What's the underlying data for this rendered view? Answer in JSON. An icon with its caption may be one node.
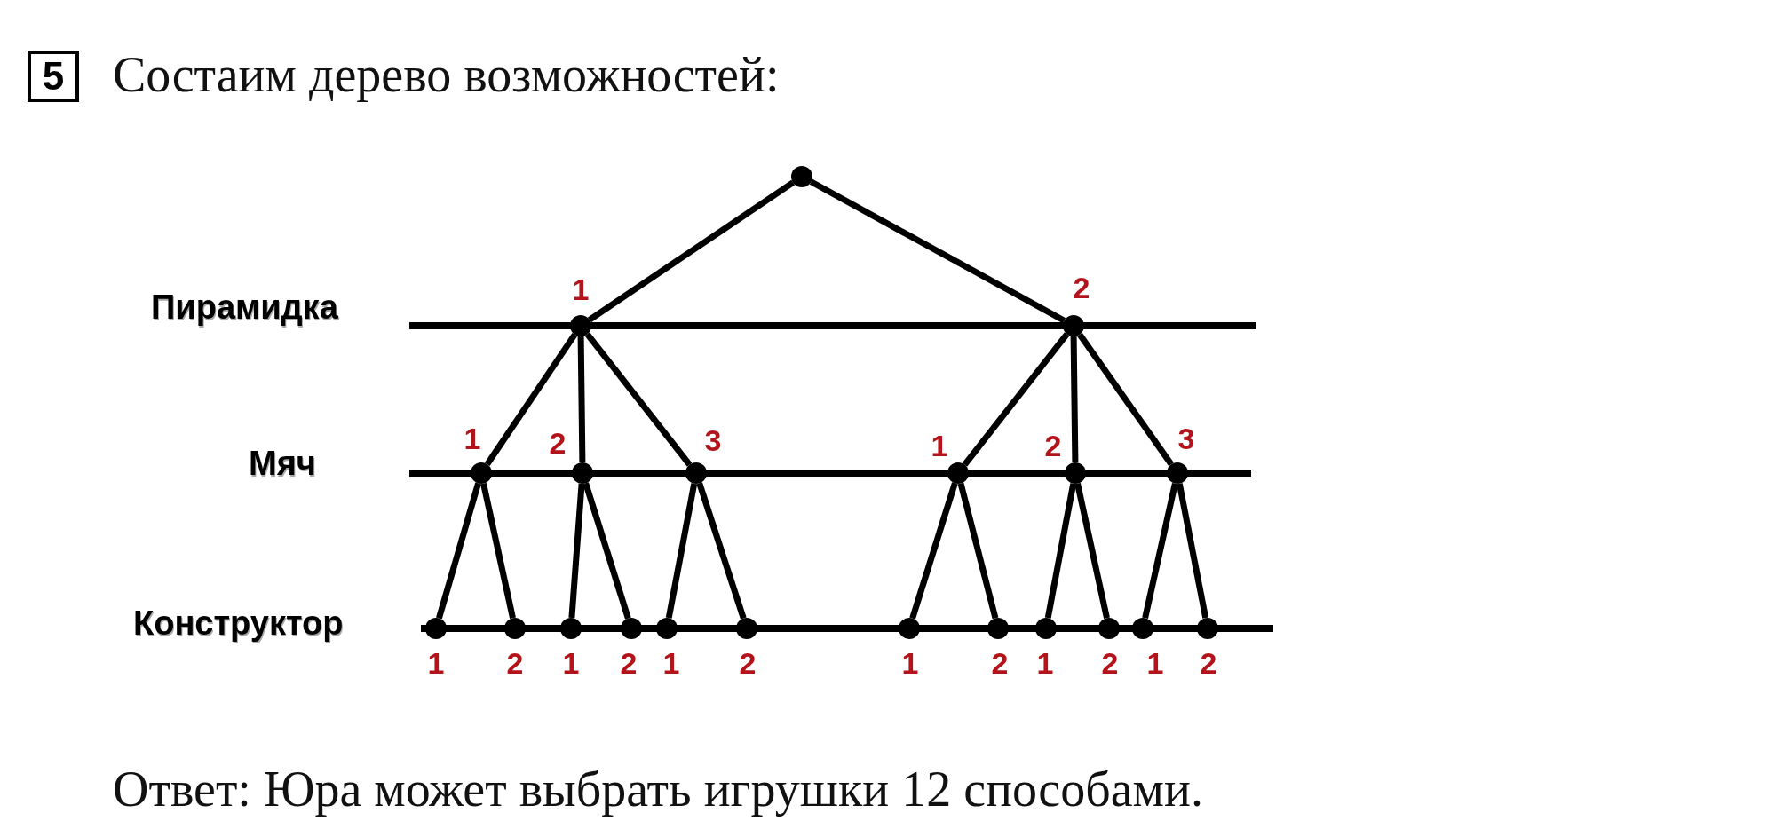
{
  "diagram": {
    "title": "Состаим дерево возможностей:",
    "caption": "Ответ: Юра может выбрать игрушки 12 способами.",
    "nodes": [
      {
        "text": [
          "5"
        ]
      },
      {
        "text": [],
        "shape": "circle"
      },
      {
        "text": [],
        "shape": "circle",
        "beside": [
          "1"
        ]
      },
      {
        "text": [],
        "shape": "circle",
        "beside": [
          "2"
        ]
      },
      {
        "text": [],
        "shape": "circle",
        "beside": [
          "1"
        ]
      },
      {
        "text": [],
        "shape": "circle",
        "beside": [
          "2"
        ]
      },
      {
        "text": [],
        "shape": "circle",
        "beside": [
          "3"
        ]
      },
      {
        "text": [],
        "shape": "circle",
        "beside": [
          "1"
        ]
      },
      {
        "text": [],
        "shape": "circle",
        "beside": [
          "2"
        ]
      },
      {
        "text": [],
        "shape": "circle",
        "beside": [
          "3"
        ]
      },
      {
        "text": [],
        "shape": "circle",
        "beside": [
          "1"
        ]
      },
      {
        "text": [],
        "shape": "circle",
        "beside": [
          "2"
        ]
      },
      {
        "text": [],
        "shape": "circle",
        "beside": [
          "1"
        ]
      },
      {
        "text": [],
        "shape": "circle",
        "beside": [
          "2"
        ]
      },
      {
        "text": [],
        "shape": "circle",
        "beside": [
          "1"
        ]
      },
      {
        "text": [],
        "shape": "circle",
        "beside": [
          "2"
        ]
      },
      {
        "text": [],
        "shape": "circle",
        "beside": [
          "1"
        ]
      },
      {
        "text": [],
        "shape": "circle",
        "beside": [
          "2"
        ]
      },
      {
        "text": [],
        "shape": "circle",
        "beside": [
          "1"
        ]
      },
      {
        "text": [],
        "shape": "circle",
        "beside": [
          "2"
        ]
      },
      {
        "text": [],
        "shape": "circle",
        "beside": [
          "1"
        ]
      },
      {
        "text": [],
        "shape": "circle",
        "beside": [
          "2"
        ]
      }
    ],
    "edges": [
      {
        "from": 1,
        "to": 2,
        "arrow": "none"
      },
      {
        "from": 1,
        "to": 3,
        "arrow": "none"
      },
      {
        "from": 2,
        "to": 4,
        "arrow": "none"
      },
      {
        "from": 2,
        "to": 5,
        "arrow": "none"
      },
      {
        "from": 2,
        "to": 6,
        "arrow": "none"
      },
      {
        "from": 3,
        "to": 7,
        "arrow": "none"
      },
      {
        "from": 3,
        "to": 8,
        "arrow": "none"
      },
      {
        "from": 3,
        "to": 9,
        "arrow": "none"
      },
      {
        "from": 4,
        "to": 10,
        "arrow": "none"
      },
      {
        "from": 4,
        "to": 11,
        "arrow": "none"
      },
      {
        "from": 5,
        "to": 12,
        "arrow": "none"
      },
      {
        "from": 5,
        "to": 13,
        "arrow": "none"
      },
      {
        "from": 6,
        "to": 14,
        "arrow": "none"
      },
      {
        "from": 6,
        "to": 15,
        "arrow": "none"
      },
      {
        "from": 7,
        "to": 16,
        "arrow": "none"
      },
      {
        "from": 7,
        "to": 17,
        "arrow": "none"
      },
      {
        "from": 8,
        "to": 18,
        "arrow": "none"
      },
      {
        "from": 8,
        "to": 19,
        "arrow": "none"
      },
      {
        "from": 9,
        "to": 20,
        "arrow": "none"
      },
      {
        "from": 9,
        "to": 21,
        "arrow": "none"
      }
    ],
    "labels": [
      "Пирамидка",
      "Мяч",
      "Конструктор"
    ]
  }
}
